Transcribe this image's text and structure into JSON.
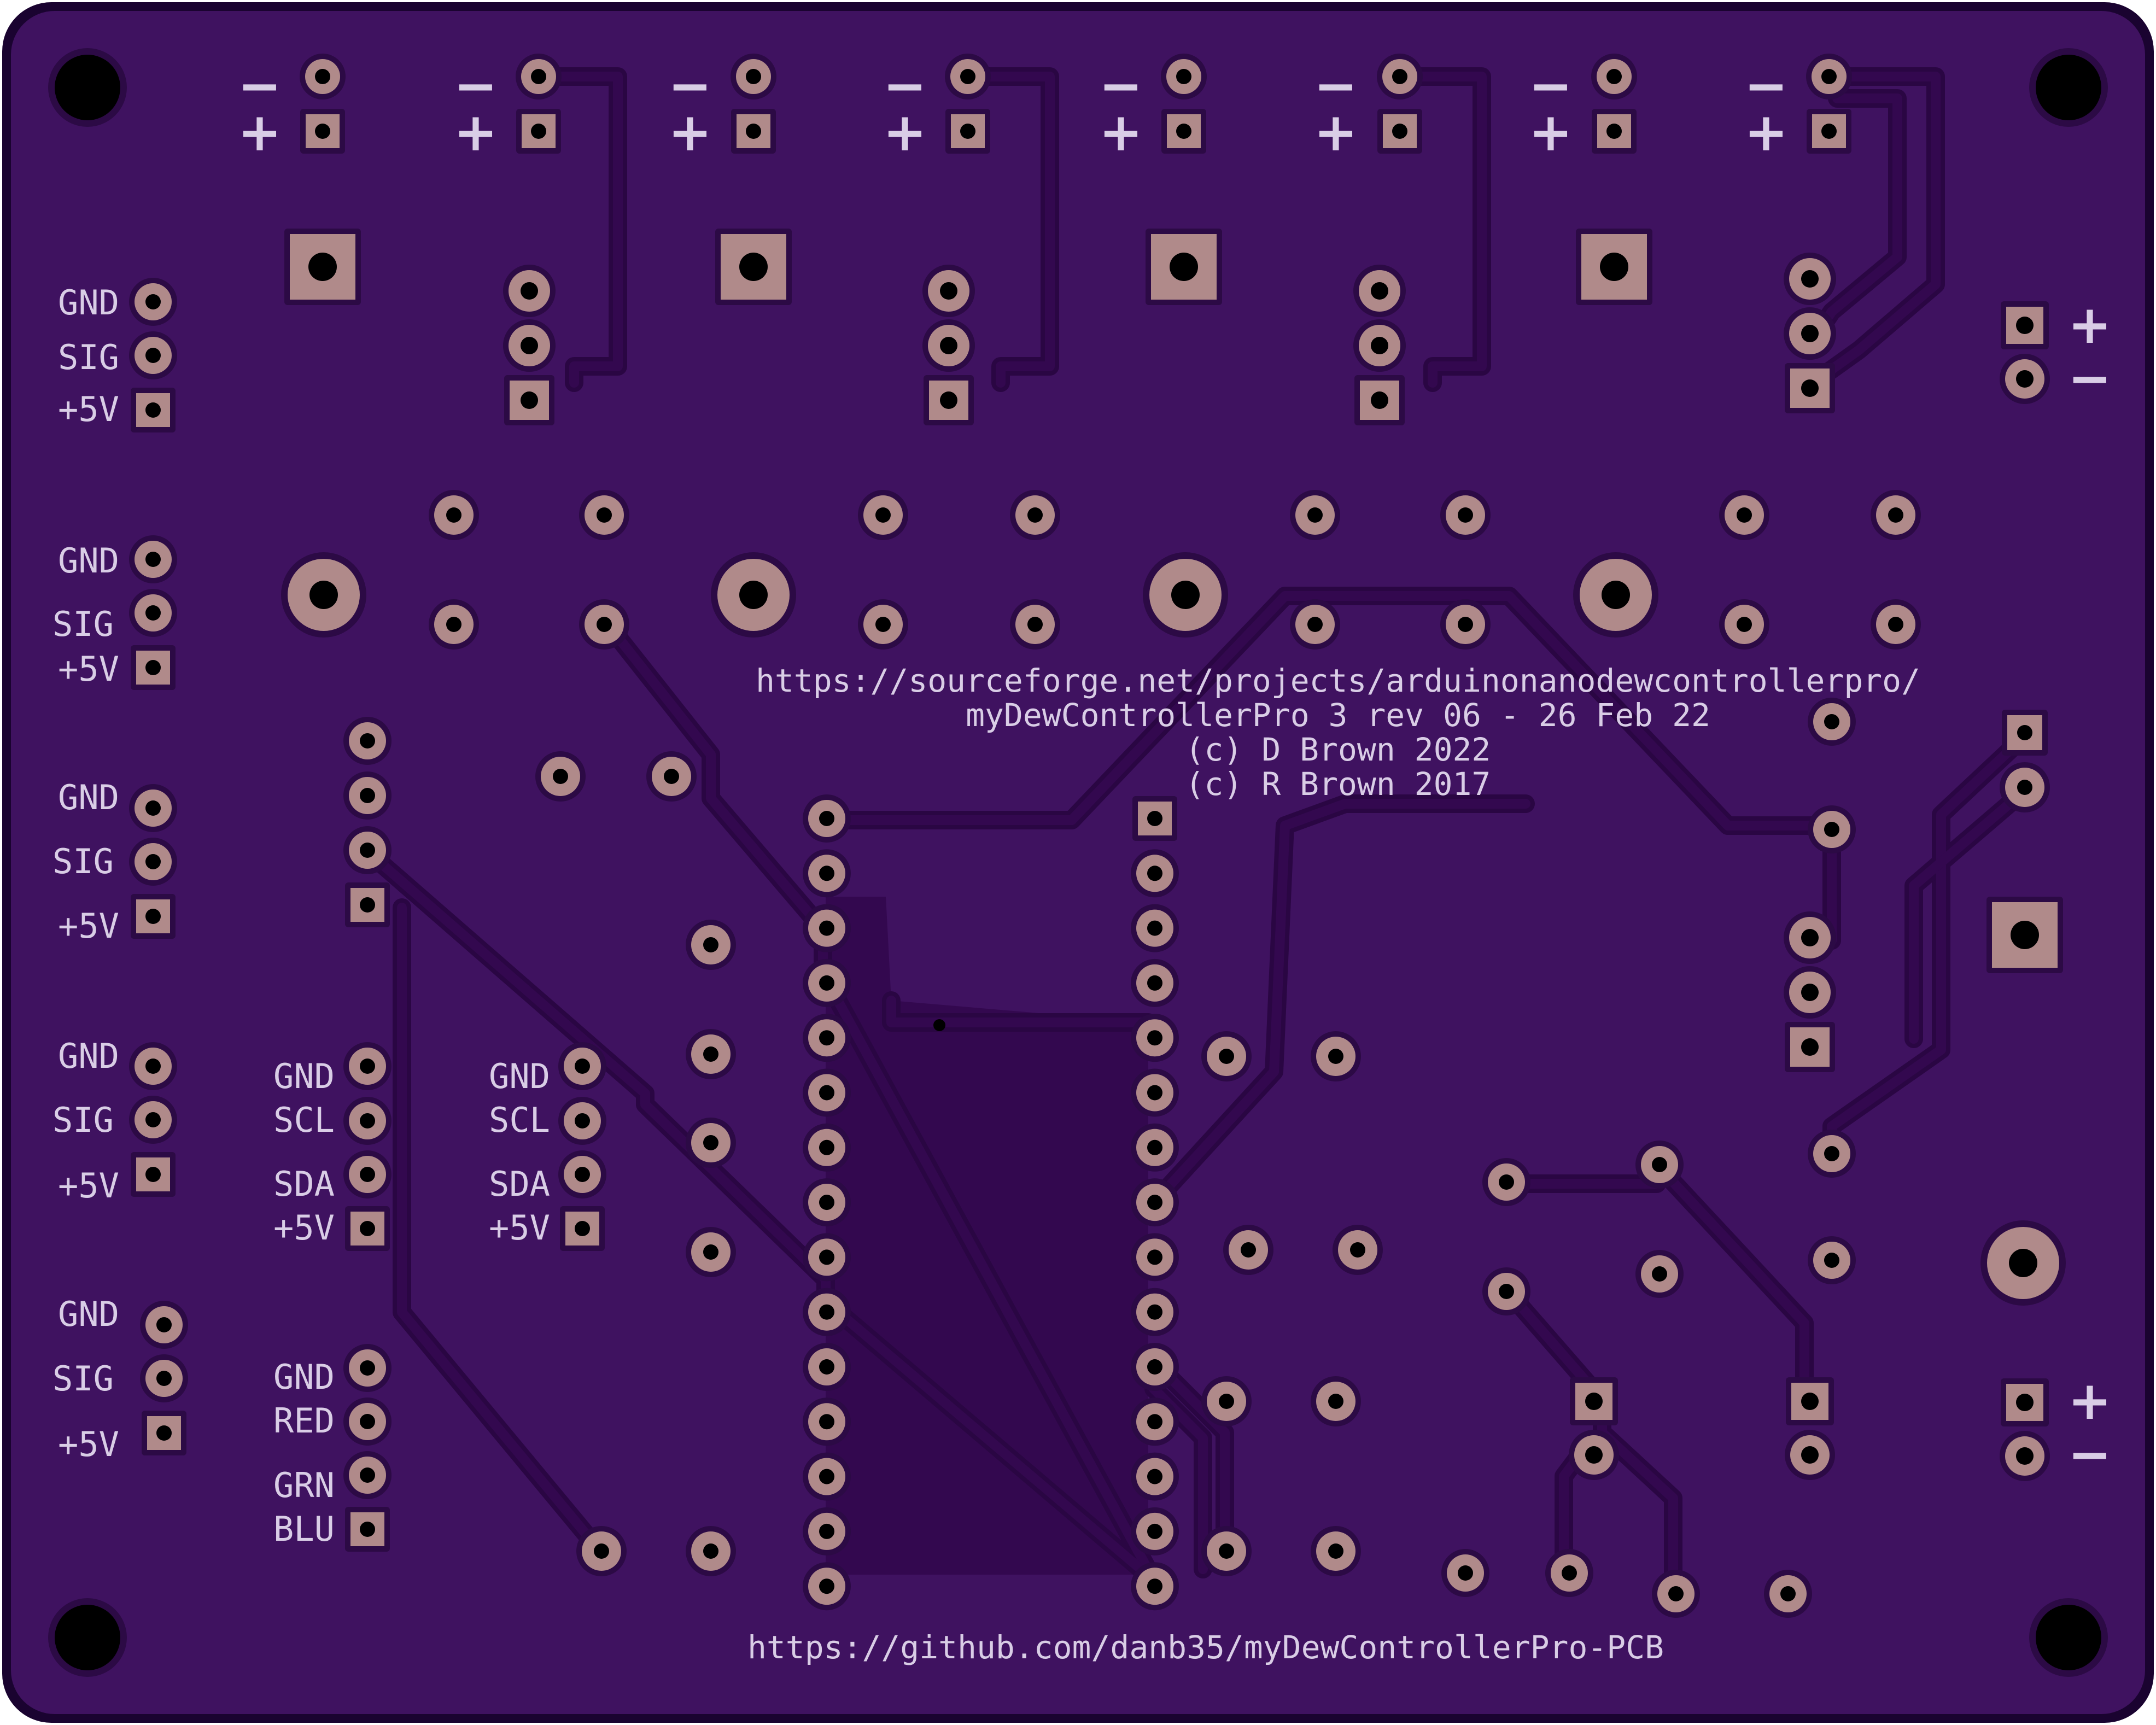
{
  "colors": {
    "board_edge": "#1a0330",
    "board": "#3f1260",
    "trace": "#33084f",
    "trace_outline": "#2a0643",
    "pad": "#b08a8a",
    "pad_ring": "#2c0a45",
    "hole": "#000000",
    "silkscreen": "#d9cde6"
  },
  "heater_polarity": [
    {
      "minus": "−",
      "plus": "+"
    },
    {
      "minus": "−",
      "plus": "+"
    },
    {
      "minus": "−",
      "plus": "+"
    },
    {
      "minus": "−",
      "plus": "+"
    },
    {
      "minus": "−",
      "plus": "+"
    },
    {
      "minus": "−",
      "plus": "+"
    },
    {
      "minus": "−",
      "plus": "+"
    },
    {
      "minus": "−",
      "plus": "+"
    }
  ],
  "power_polarity": [
    {
      "plus": "+",
      "minus": "−"
    },
    {
      "plus": "+",
      "minus": "−"
    }
  ],
  "sensor_headers": [
    {
      "gnd": "GND",
      "sig": "SIG",
      "vcc": "+5V"
    },
    {
      "gnd": "GND",
      "sig": "SIG",
      "vcc": "+5V"
    },
    {
      "gnd": "GND",
      "sig": "SIG",
      "vcc": "+5V"
    },
    {
      "gnd": "GND",
      "sig": "SIG",
      "vcc": "+5V"
    },
    {
      "gnd": "GND",
      "sig": "SIG",
      "vcc": "+5V"
    }
  ],
  "i2c_headers": [
    {
      "gnd": "GND",
      "scl": "SCL",
      "sda": "SDA",
      "vcc": "+5V"
    },
    {
      "gnd": "GND",
      "scl": "SCL",
      "sda": "SDA",
      "vcc": "+5V"
    }
  ],
  "rgb_header": {
    "gnd": "GND",
    "red": "RED",
    "grn": "GRN",
    "blu": "BLU"
  },
  "board_text": {
    "url_sourceforge": "https://sourceforge.net/projects/arduinonanodewcontrollerpro/",
    "version": "myDewControllerPro 3 rev 06 - 26 Feb 22",
    "copyright_1": "(c) D Brown 2022",
    "copyright_2": "(c) R Brown 2017",
    "url_github": "https://github.com/danb35/myDewControllerPro-PCB"
  }
}
